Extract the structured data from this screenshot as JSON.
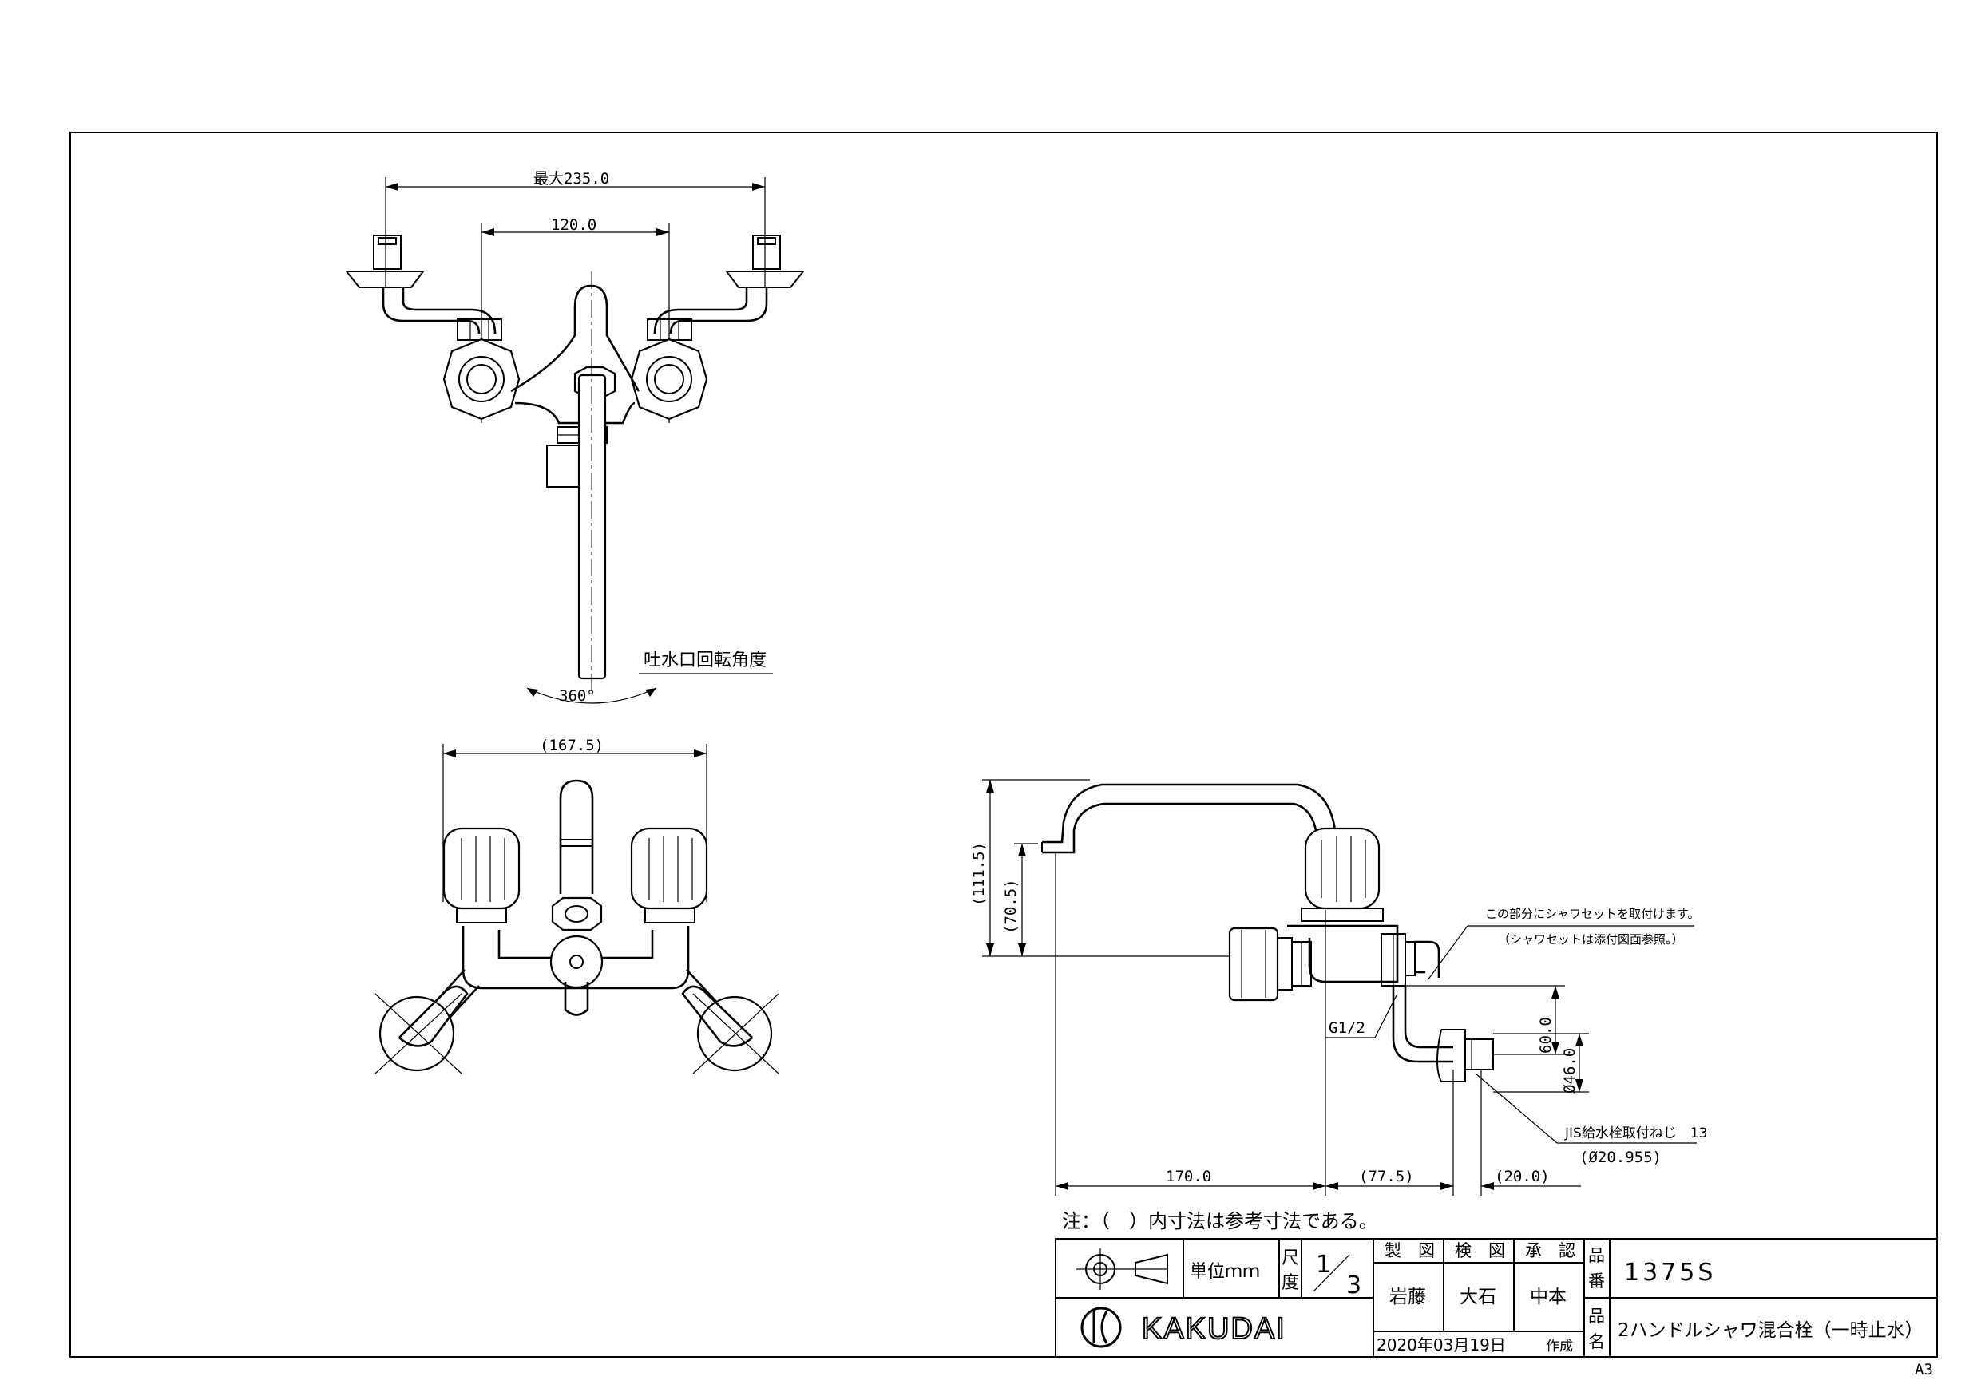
{
  "drawing": {
    "sheet_size": "A3",
    "notes": {
      "reference_dims": "注：（　）内寸法は参考寸法である。",
      "spout_rotation": "吐水口回転角度",
      "spout_rotation_angle": "360°",
      "shower_set_1": "この部分にシャワセットを取付けます。",
      "shower_set_2": "（シャワセットは添付図面参照。）",
      "jis_thread": "JIS給水栓取付ねじ　13",
      "jis_thread_dia": "(Ø20.955)",
      "g_thread": "G1/2"
    },
    "dimensions": {
      "max_width": "最大235.0",
      "pitch": "120.0",
      "front_width": "(167.5)",
      "height_total": "(111.5)",
      "height_spout": "(70.5)",
      "spout_reach": "170.0",
      "body_depth": "(77.5)",
      "leg_offset": "(20.0)",
      "leg_drop": "60.0",
      "leg_dia": "Ø46.0"
    }
  },
  "title_block": {
    "unit_label": "単位ｍｍ",
    "scale_label_1": "尺",
    "scale_label_2": "度",
    "scale_num": "1",
    "scale_den": "3",
    "drawn_label": "製　図",
    "checked_label": "検　図",
    "approved_label": "承　認",
    "drawn_by": "岩藤",
    "checked_by": "大石",
    "approved_by": "中本",
    "date": "2020年03月19日",
    "date_suffix": "作成",
    "part_no_label_1": "品",
    "part_no_label_2": "番",
    "part_no": "1375S",
    "name_label_1": "品",
    "name_label_2": "名",
    "product_name": "2ハンドルシャワ混合栓（一時止水）",
    "logo_text": "KAKUDAI"
  }
}
